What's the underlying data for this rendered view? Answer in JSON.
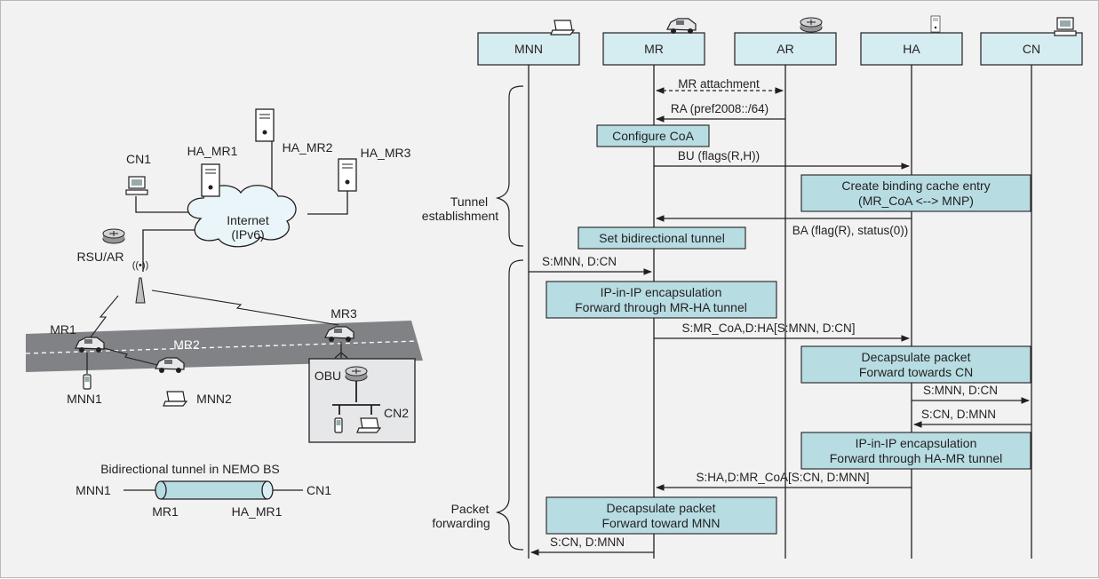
{
  "colors": {
    "box_fill": "#b7dde3",
    "box_stroke": "#231f20",
    "line": "#231f20",
    "background": "#f2f2f2",
    "road": "#808285",
    "cloud_fill": "#e9f5f8"
  },
  "network": {
    "cn1": "CN1",
    "ha_mr1": "HA_MR1",
    "ha_mr2": "HA_MR2",
    "ha_mr3": "HA_MR3",
    "internet_line1": "Internet",
    "internet_line2": "(IPv6)",
    "rsu_ar": "RSU/AR",
    "mr1": "MR1",
    "mr2": "MR2",
    "mr3": "MR3",
    "mnn1": "MNN1",
    "mnn2": "MNN2",
    "obu": "OBU",
    "cn2": "CN2"
  },
  "tunnel": {
    "title": "Bidirectional tunnel in NEMO BS",
    "left_end": "MNN1",
    "right_end": "CN1",
    "left_router": "MR1",
    "right_router": "HA_MR1"
  },
  "sequence": {
    "entities": [
      "MNN",
      "MR",
      "AR",
      "HA",
      "CN"
    ],
    "phases": {
      "tunnel_line1": "Tunnel",
      "tunnel_line2": "establishment",
      "packet_line1": "Packet",
      "packet_line2": "forwarding"
    },
    "messages": {
      "mr_attachment": "MR attachment",
      "ra": "RA (pref2008::/64)",
      "bu": "BU (flags(R,H))",
      "ba": "BA (flag(R), status(0))",
      "m1": "S:MNN, D:CN",
      "m2": "S:MR_CoA,D:HA[S:MNN, D:CN]",
      "m3": "S:MNN, D:CN",
      "m4": "S:CN, D:MNN",
      "m5": "S:HA,D:MR_CoA[S:CN, D:MNN]",
      "m6": "S:CN, D:MNN"
    },
    "boxes": {
      "configure_coa": "Configure CoA",
      "create_cache_1": "Create binding cache entry",
      "create_cache_2": "(MR_CoA <--> MNP)",
      "set_tunnel": "Set bidirectional tunnel",
      "encap_mr_1": "IP-in-IP encapsulation",
      "encap_mr_2": "Forward through MR-HA tunnel",
      "decap_ha_1": "Decapsulate packet",
      "decap_ha_2": "Forward towards CN",
      "encap_ha_1": "IP-in-IP encapsulation",
      "encap_ha_2": "Forward through HA-MR tunnel",
      "decap_mr_1": "Decapsulate packet",
      "decap_mr_2": "Forward toward MNN"
    }
  }
}
